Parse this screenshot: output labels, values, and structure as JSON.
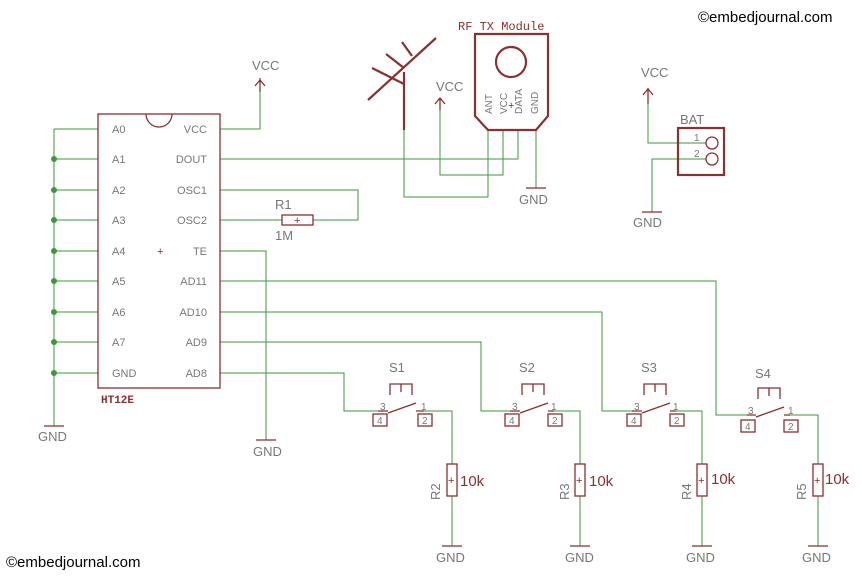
{
  "watermark_top": "©embedjournal.com",
  "watermark_bottom": "©embedjournal.com",
  "power": {
    "vcc": "VCC",
    "gnd": "GND"
  },
  "encoder": {
    "name": "HT12E",
    "left_pins": [
      "A0",
      "A1",
      "A2",
      "A3",
      "A4",
      "A5",
      "A6",
      "A7",
      "GND"
    ],
    "right_pins": [
      "VCC",
      "DOUT",
      "OSC1",
      "OSC2",
      "TE",
      "AD11",
      "AD10",
      "AD9",
      "AD8"
    ],
    "marker": "+"
  },
  "resistor_r1": {
    "name": "R1",
    "value": "1M"
  },
  "rf_module": {
    "title": "RF TX Module",
    "pins": [
      "ANT",
      "VCC",
      "DATA",
      "GND"
    ],
    "marker": "+"
  },
  "battery": {
    "name": "BAT",
    "pins": [
      "1",
      "2"
    ]
  },
  "switches": [
    {
      "name": "S1",
      "pins": [
        "3",
        "1",
        "4",
        "2"
      ]
    },
    {
      "name": "S2",
      "pins": [
        "3",
        "1",
        "4",
        "2"
      ]
    },
    {
      "name": "S3",
      "pins": [
        "3",
        "1",
        "4",
        "2"
      ]
    },
    {
      "name": "S4",
      "pins": [
        "3",
        "1",
        "4",
        "2"
      ]
    }
  ],
  "pulldowns": [
    {
      "name": "R2",
      "value": "10k"
    },
    {
      "name": "R3",
      "value": "10k"
    },
    {
      "name": "R4",
      "value": "10k"
    },
    {
      "name": "R5",
      "value": "10k"
    }
  ]
}
